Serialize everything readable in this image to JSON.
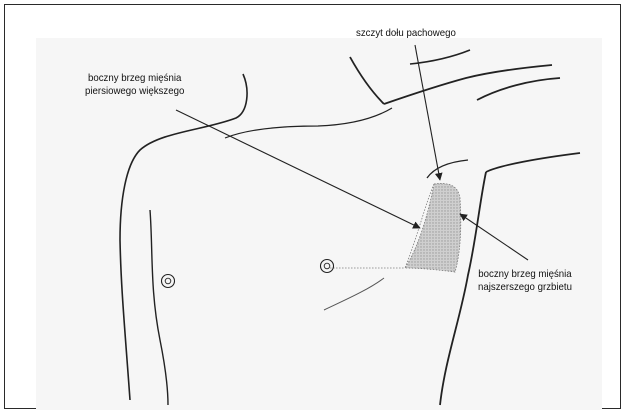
{
  "labels": {
    "apex_axilla": "szczyt dołu pachowego",
    "pectoralis_line1": "boczny brzeg mięśnia",
    "pectoralis_line2": "piersiowego większego",
    "latissimus_line1": "boczny brzeg mięśnia",
    "latissimus_line2": "najszerszego grzbietu"
  },
  "colors": {
    "line": "#222222",
    "shaded_region": "#c9c9c9",
    "panel_background": "#f6f6f6",
    "frame_border": "#2a2a2a"
  }
}
